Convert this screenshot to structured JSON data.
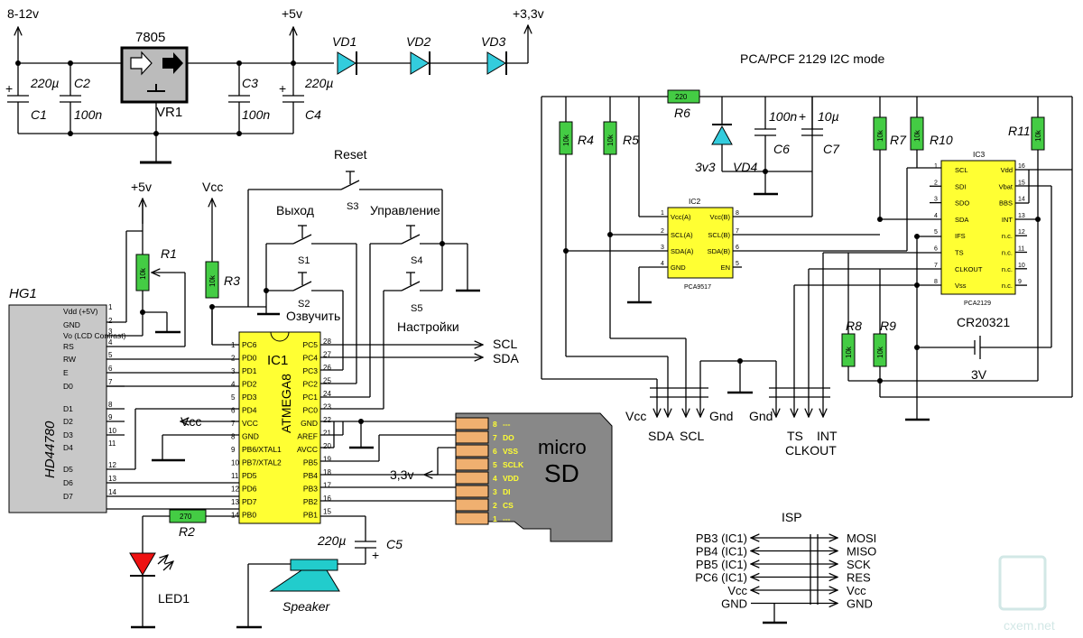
{
  "colors": {
    "chip": "#ffff33",
    "resistor": "#44cc44",
    "diode": "#33ccdd",
    "led": "#ee1111",
    "reg": "#bbbbbb",
    "sd": "#888888",
    "sdpin": "#f0b070",
    "speaker": "#22cccc"
  },
  "power": {
    "in": "8-12v",
    "v5": "+5v",
    "v33": "+3,3v"
  },
  "reg": {
    "name": "7805",
    "ref": "VR1"
  },
  "caps": {
    "c1": "C1",
    "c1v": "220µ",
    "c2": "C2",
    "c2v": "100n",
    "c3": "C3",
    "c3v": "100n",
    "c4": "C4",
    "c4v": "220µ",
    "c5": "C5",
    "c5v": "220µ",
    "c6": "C6",
    "c6v": "100n",
    "c7": "C7",
    "c7v": "10µ"
  },
  "diodes": {
    "vd1": "VD1",
    "vd2": "VD2",
    "vd3": "VD3",
    "vd4": "VD4",
    "vd4v": "3v3"
  },
  "res": {
    "r1": "R1",
    "r2": "R2",
    "r3": "R3",
    "r4": "R4",
    "r5": "R5",
    "r6": "R6",
    "r7": "R7",
    "r8": "R8",
    "r9": "R9",
    "r10": "R10",
    "r11": "R11",
    "v10k": "10k",
    "v270": "270",
    "v220": "220"
  },
  "mode_title": "PCA/PCF 2129 I2C mode",
  "lcd": {
    "ref": "HG1",
    "name": "HD44780",
    "pins": [
      {
        "n": "1",
        "t": "Vdd (+5V)"
      },
      {
        "n": "2",
        "t": "GND"
      },
      {
        "n": "3",
        "t": "Vo (LCD Contrast)"
      },
      {
        "n": "4",
        "t": "RS"
      },
      {
        "n": "5",
        "t": "RW"
      },
      {
        "n": "6",
        "t": "E"
      },
      {
        "n": "7",
        "t": "D0"
      },
      {
        "n": "8",
        "t": "D1"
      },
      {
        "n": "9",
        "t": "D2"
      },
      {
        "n": "10",
        "t": "D3"
      },
      {
        "n": "11",
        "t": "D4"
      },
      {
        "n": "12",
        "t": "D5"
      },
      {
        "n": "13",
        "t": "D6"
      },
      {
        "n": "14",
        "t": "D7"
      }
    ]
  },
  "mcu": {
    "ref": "IC1",
    "name": "ATMEGA8",
    "left": [
      {
        "n": "1",
        "t": "PC6"
      },
      {
        "n": "2",
        "t": "PD0"
      },
      {
        "n": "3",
        "t": "PD1"
      },
      {
        "n": "4",
        "t": "PD2"
      },
      {
        "n": "5",
        "t": "PD3"
      },
      {
        "n": "6",
        "t": "PD4"
      },
      {
        "n": "7",
        "t": "VCC"
      },
      {
        "n": "8",
        "t": "GND"
      },
      {
        "n": "9",
        "t": "PB6/XTAL1"
      },
      {
        "n": "10",
        "t": "PB7/XTAL2"
      },
      {
        "n": "11",
        "t": "PD5"
      },
      {
        "n": "12",
        "t": "PD6"
      },
      {
        "n": "13",
        "t": "PD7"
      },
      {
        "n": "14",
        "t": "PB0"
      }
    ],
    "right": [
      {
        "n": "28",
        "t": "PC5"
      },
      {
        "n": "27",
        "t": "PC4"
      },
      {
        "n": "26",
        "t": "PC3"
      },
      {
        "n": "25",
        "t": "PC2"
      },
      {
        "n": "24",
        "t": "PC1"
      },
      {
        "n": "23",
        "t": "PC0"
      },
      {
        "n": "22",
        "t": "GND"
      },
      {
        "n": "21",
        "t": "AREF"
      },
      {
        "n": "20",
        "t": "AVCC"
      },
      {
        "n": "19",
        "t": "PB5"
      },
      {
        "n": "18",
        "t": "PB4"
      },
      {
        "n": "17",
        "t": "PB3"
      },
      {
        "n": "16",
        "t": "PB2"
      },
      {
        "n": "15",
        "t": "PB1"
      }
    ]
  },
  "ic2": {
    "ref": "IC2",
    "name": "PCA9517",
    "left": [
      {
        "n": "1",
        "t": "Vcc(A)"
      },
      {
        "n": "2",
        "t": "SCL(A)"
      },
      {
        "n": "3",
        "t": "SDA(A)"
      },
      {
        "n": "4",
        "t": "GND"
      }
    ],
    "right": [
      {
        "n": "8",
        "t": "Vcc(B)"
      },
      {
        "n": "7",
        "t": "SCL(B)"
      },
      {
        "n": "6",
        "t": "SDA(B)"
      },
      {
        "n": "5",
        "t": "EN"
      }
    ]
  },
  "ic3": {
    "ref": "IC3",
    "name": "PCA2129",
    "left": [
      {
        "n": "1",
        "t": "SCL"
      },
      {
        "n": "2",
        "t": "SDI"
      },
      {
        "n": "3",
        "t": "SDO"
      },
      {
        "n": "4",
        "t": "SDA"
      },
      {
        "n": "5",
        "t": "IFS"
      },
      {
        "n": "6",
        "t": "TS"
      },
      {
        "n": "7",
        "t": "CLKOUT"
      },
      {
        "n": "8",
        "t": "Vss"
      }
    ],
    "right": [
      {
        "n": "16",
        "t": "Vdd"
      },
      {
        "n": "15",
        "t": "Vbat"
      },
      {
        "n": "14",
        "t": "BBS"
      },
      {
        "n": "13",
        "t": "INT"
      },
      {
        "n": "12",
        "t": "n.c."
      },
      {
        "n": "11",
        "t": "n.c."
      },
      {
        "n": "10",
        "t": "n.c."
      },
      {
        "n": "9",
        "t": "n.c."
      }
    ]
  },
  "sd": {
    "title1": "micro",
    "title2": "SD",
    "pins": [
      {
        "n": "8",
        "t": "---"
      },
      {
        "n": "7",
        "t": "DO"
      },
      {
        "n": "6",
        "t": "VSS"
      },
      {
        "n": "5",
        "t": "SCLK"
      },
      {
        "n": "4",
        "t": "VDD"
      },
      {
        "n": "3",
        "t": "DI"
      },
      {
        "n": "2",
        "t": "CS"
      },
      {
        "n": "1",
        "t": "---"
      }
    ]
  },
  "buttons": {
    "reset": "Reset",
    "s3": "S3",
    "vyhod": "Выход",
    "s1": "S1",
    "s2": "S2",
    "ozvuch": "Озвучить",
    "upr": "Управление",
    "s4": "S4",
    "s5": "S5",
    "nastr": "Настройки"
  },
  "nets": {
    "vcc": "Vcc",
    "scl": "SCL",
    "sda": "SDA",
    "gnd": "Gnd",
    "ts": "TS",
    "clkout": "CLKOUT",
    "int": "INT",
    "v33": "3,3v",
    "plus5": "+5v",
    "plus": "+"
  },
  "battery": {
    "name": "CR20321",
    "v": "3V"
  },
  "led": {
    "name": "LED1"
  },
  "speaker": {
    "name": "Speaker"
  },
  "isp": {
    "title": "ISP",
    "left": [
      "PB3 (IC1)",
      "PB4 (IC1)",
      "PB5 (IC1)",
      "PC6 (IC1)",
      "Vcc",
      "GND"
    ],
    "right": [
      "MOSI",
      "MISO",
      "SCK",
      "RES",
      "Vcc",
      "GND"
    ]
  },
  "watermark": "cxem.net"
}
